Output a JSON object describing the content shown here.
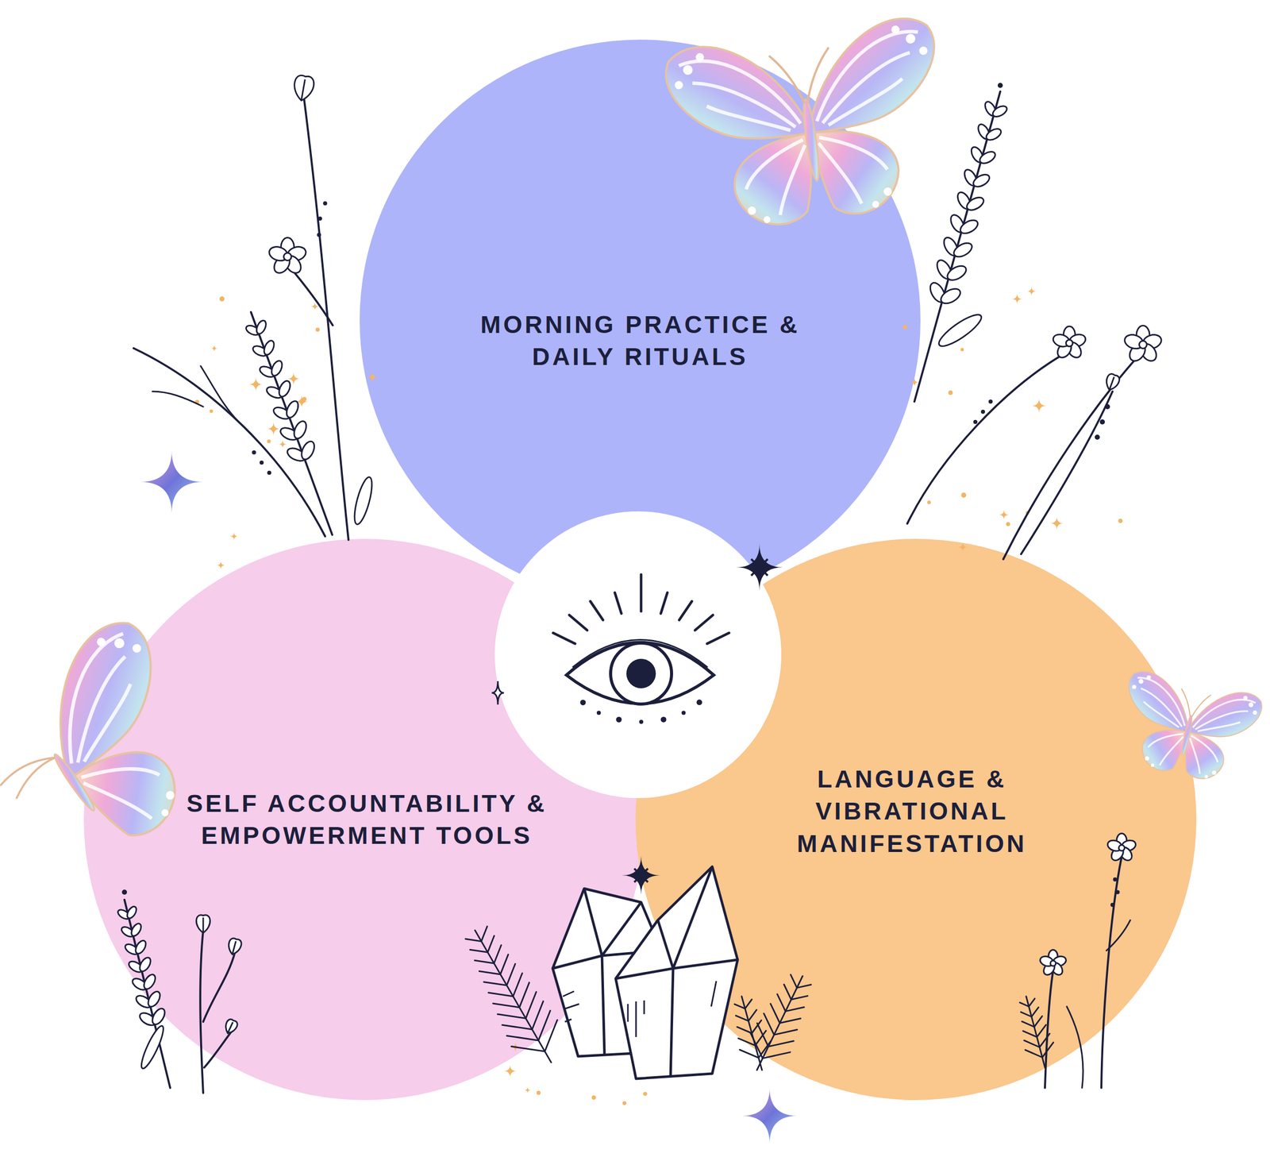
{
  "diagram": {
    "nodes": [
      {
        "text": [
          "MORNING PRACTICE & DAILY RITUALS"
        ]
      },
      {
        "text": [
          "SELF ACCOUNTABILITY & EMPOWERMENT TOOLS"
        ]
      },
      {
        "text": [
          "LANGUAGE & VIBRATIONAL MANIFESTATION"
        ]
      }
    ]
  }
}
